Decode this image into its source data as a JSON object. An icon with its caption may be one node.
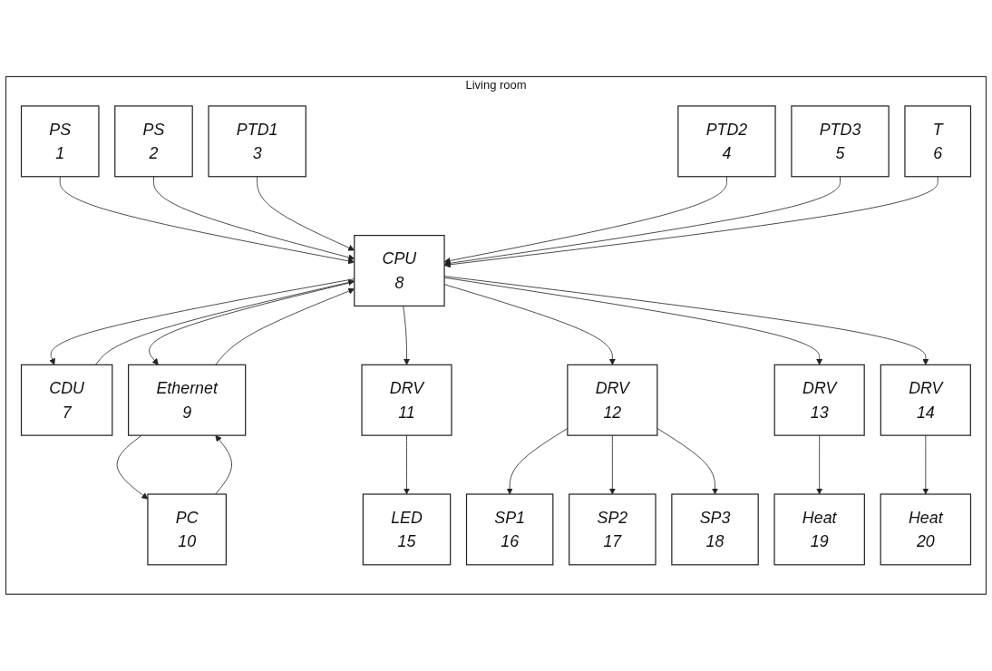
{
  "diagram": {
    "nodes": [
      {
        "text": [
          "Living room"
        ]
      },
      {
        "text": [
          "PS",
          "1"
        ],
        "in": 0
      },
      {
        "text": [
          "PS",
          "2"
        ],
        "in": 0
      },
      {
        "text": [
          "PTD1",
          "3"
        ],
        "in": 0
      },
      {
        "text": [
          "PTD2",
          "4"
        ],
        "in": 0
      },
      {
        "text": [
          "PTD3",
          "5"
        ],
        "in": 0
      },
      {
        "text": [
          "T",
          "6"
        ],
        "in": 0
      },
      {
        "text": [
          "CDU",
          "7"
        ],
        "in": 0
      },
      {
        "text": [
          "CPU",
          "8"
        ],
        "in": 0
      },
      {
        "text": [
          "Ethernet",
          "9"
        ],
        "in": 0
      },
      {
        "text": [
          "PC",
          "10"
        ],
        "in": 0
      },
      {
        "text": [
          "DRV",
          "11"
        ],
        "in": 0
      },
      {
        "text": [
          "DRV",
          "12"
        ],
        "in": 0
      },
      {
        "text": [
          "DRV",
          "13"
        ],
        "in": 0
      },
      {
        "text": [
          "DRV",
          "14"
        ],
        "in": 0
      },
      {
        "text": [
          "LED",
          "15"
        ],
        "in": 0
      },
      {
        "text": [
          "SP1",
          "16"
        ],
        "in": 0
      },
      {
        "text": [
          "SP2",
          "17"
        ],
        "in": 0
      },
      {
        "text": [
          "SP3",
          "18"
        ],
        "in": 0
      },
      {
        "text": [
          "Heat",
          "19"
        ],
        "in": 0
      },
      {
        "text": [
          "Heat",
          "20"
        ],
        "in": 0
      }
    ],
    "edges": [
      {
        "from": 1,
        "to": 8,
        "arrow": "to"
      },
      {
        "from": 2,
        "to": 8,
        "arrow": "to"
      },
      {
        "from": 3,
        "to": 8,
        "arrow": "to"
      },
      {
        "from": 4,
        "to": 8,
        "arrow": "to"
      },
      {
        "from": 5,
        "to": 8,
        "arrow": "to"
      },
      {
        "from": 6,
        "to": 8,
        "arrow": "to"
      },
      {
        "from": 7,
        "to": 8,
        "arrow": "to"
      },
      {
        "from": 8,
        "to": 7,
        "arrow": "to"
      },
      {
        "from": 8,
        "to": 9,
        "arrow": "to"
      },
      {
        "from": 9,
        "to": 8,
        "arrow": "to"
      },
      {
        "from": 9,
        "to": 10,
        "arrow": "to"
      },
      {
        "from": 10,
        "to": 9,
        "arrow": "to"
      },
      {
        "from": 8,
        "to": 11,
        "arrow": "to"
      },
      {
        "from": 11,
        "to": 15,
        "arrow": "to"
      },
      {
        "from": 8,
        "to": 12,
        "arrow": "to"
      },
      {
        "from": 12,
        "to": 16,
        "arrow": "to"
      },
      {
        "from": 12,
        "to": 17,
        "arrow": "to"
      },
      {
        "from": 12,
        "to": 18,
        "arrow": "to"
      },
      {
        "from": 8,
        "to": 13,
        "arrow": "to"
      },
      {
        "from": 13,
        "to": 19,
        "arrow": "to"
      },
      {
        "from": 8,
        "to": 14,
        "arrow": "to"
      },
      {
        "from": 14,
        "to": 20,
        "arrow": "to"
      }
    ]
  }
}
